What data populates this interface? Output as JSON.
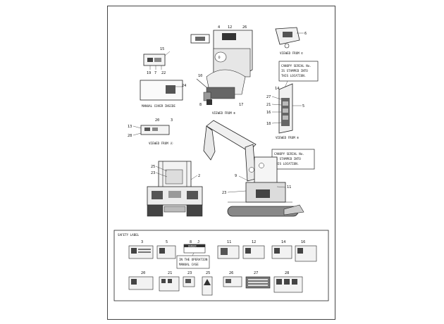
{
  "view_labels": {
    "view_c": "VIEWED FROM ©",
    "view_d": "VIEWED FROM ®",
    "view_b": "VIEWED FROM ®",
    "view_a": "VIEWED FROM Ⓐ",
    "manual_cover": "MANUAL COVER INSIDE"
  },
  "callouts": {
    "canopy_serial_1": [
      "CANOPY SERIAL No.",
      "IS STAMPED INTO",
      "THIS LOCATION."
    ],
    "canopy_serial_2": [
      "CANOPY SERIAL No.",
      "IS STAMPED INTO",
      "THIS LOCATION."
    ],
    "operation_manual": [
      "IN THE OPERATION",
      "MANUAL CASE"
    ]
  },
  "safety_title": "SAFETY LABEL",
  "safety_labels_row1": [
    "3",
    "5",
    "8",
    "11",
    "12",
    "14",
    "16"
  ],
  "safety_labels_row2": [
    "20",
    "21",
    "23",
    "25",
    "26",
    "27",
    "28"
  ],
  "label_8_extra": "J",
  "label_8_text": "DANGER",
  "part_numbers": {
    "p15": "15",
    "p19": "19",
    "p7": "7",
    "p22": "22",
    "p24": "24",
    "p4": "4",
    "p12": "12",
    "p26": "26",
    "p6": "6",
    "p10": "10",
    "p8": "8",
    "p17": "17",
    "p14": "14",
    "p27": "27",
    "p21": "21",
    "p16": "16",
    "p5": "5",
    "p18": "18",
    "p20": "20",
    "p3": "3",
    "p13": "13",
    "p28": "28",
    "p25": "25",
    "p23a": "23",
    "p2": "2",
    "p9": "9",
    "p11": "11",
    "p23b": "23"
  }
}
